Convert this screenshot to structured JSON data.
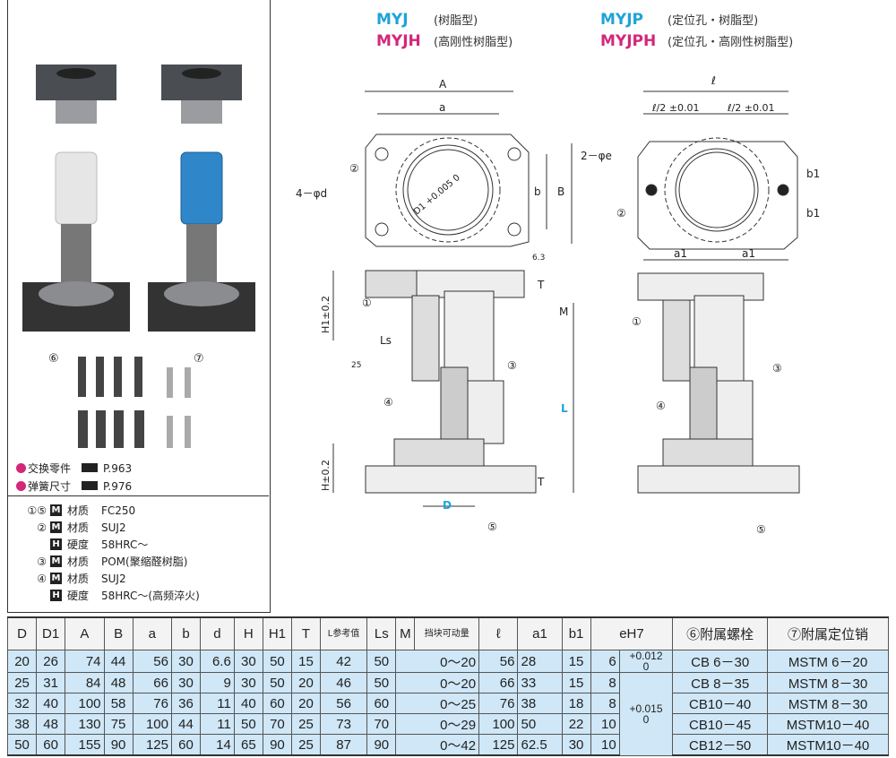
{
  "header": {
    "series": [
      {
        "code": "MYJ",
        "desc": "(树脂型)",
        "color": "#1ea3d8"
      },
      {
        "code": "MYJH",
        "desc": "(高刚性树脂型)",
        "color": "#d3277a"
      },
      {
        "code": "MYJP",
        "desc": "(定位孔・树脂型)",
        "color": "#1ea3d8"
      },
      {
        "code": "MYJPH",
        "desc": "(定位孔・高刚性树脂型)",
        "color": "#d3277a"
      }
    ]
  },
  "left": {
    "part_labels": {
      "bolt": "⑥",
      "pin": "⑦"
    },
    "refs": [
      {
        "label": "交换零件",
        "page": "P.963"
      },
      {
        "label": "弹簧尺寸",
        "page": "P.976"
      }
    ],
    "materials": [
      {
        "num": "①⑤",
        "badge": "M",
        "label": "材质",
        "value": "FC250"
      },
      {
        "num": "②",
        "badge": "M",
        "label": "材质",
        "value": "SUJ2"
      },
      {
        "num": "",
        "badge": "H",
        "label": "硬度",
        "value": "58HRC～"
      },
      {
        "num": "③",
        "badge": "M",
        "label": "材质",
        "value": "POM(聚缩醛树脂)"
      },
      {
        "num": "④",
        "badge": "M",
        "label": "材质",
        "value": "SUJ2"
      },
      {
        "num": "",
        "badge": "H",
        "label": "硬度",
        "value": "58HRC～(高频淬火)"
      }
    ]
  },
  "drawing": {
    "A": "A",
    "a": "a",
    "b": "b",
    "B": "B",
    "d": "4－φd",
    "D1": "D1 +0.005 0",
    "c2": "②",
    "c1": "①",
    "c3": "③",
    "c4": "④",
    "c5": "⑤",
    "l": "ℓ",
    "lhalf": "ℓ/2 ±0.01",
    "e": "2－φe",
    "b1": "b1",
    "a1": "a1",
    "H1": "H1±0.2",
    "H": "H±0.2",
    "Ls": "Ls",
    "T": "T",
    "M": "M",
    "L": "L",
    "D": "D",
    "r25": "25",
    "r63": "6.3"
  },
  "table": {
    "headers": [
      "D",
      "D1",
      "A",
      "B",
      "a",
      "b",
      "d",
      "H",
      "H1",
      "T",
      "L参考值",
      "Ls",
      "M",
      "挡块可动量",
      "ℓ",
      "a1",
      "b1",
      "eH7",
      "⑥附属螺栓",
      "⑦附属定位销"
    ],
    "rows": [
      [
        "20",
        "26",
        "74",
        "44",
        "56",
        "30",
        "6.6",
        "30",
        "50",
        "15",
        "42",
        "50",
        "0～20",
        "56",
        "28",
        "15",
        "6",
        "CB 6－30",
        "MSTM 6－20"
      ],
      [
        "25",
        "31",
        "84",
        "48",
        "66",
        "30",
        "9",
        "30",
        "50",
        "20",
        "46",
        "50",
        "0～20",
        "66",
        "33",
        "15",
        "8",
        "CB 8－35",
        "MSTM 8－30"
      ],
      [
        "32",
        "40",
        "100",
        "58",
        "76",
        "36",
        "11",
        "40",
        "60",
        "20",
        "56",
        "60",
        "0～25",
        "76",
        "38",
        "18",
        "8",
        "CB10－40",
        "MSTM 8－30"
      ],
      [
        "38",
        "48",
        "130",
        "75",
        "100",
        "44",
        "11",
        "50",
        "70",
        "25",
        "73",
        "70",
        "0～29",
        "100",
        "50",
        "22",
        "10",
        "CB10－45",
        "MSTM10－40"
      ],
      [
        "50",
        "60",
        "155",
        "90",
        "125",
        "60",
        "14",
        "65",
        "90",
        "25",
        "87",
        "90",
        "0～42",
        "125",
        "62.5",
        "30",
        "10",
        "CB12－50",
        "MSTM10－40"
      ]
    ],
    "e_tol_1": {
      "upper": "+0.012",
      "lower": "0"
    },
    "e_tol_2": {
      "upper": "+0.015",
      "lower": "0"
    }
  }
}
